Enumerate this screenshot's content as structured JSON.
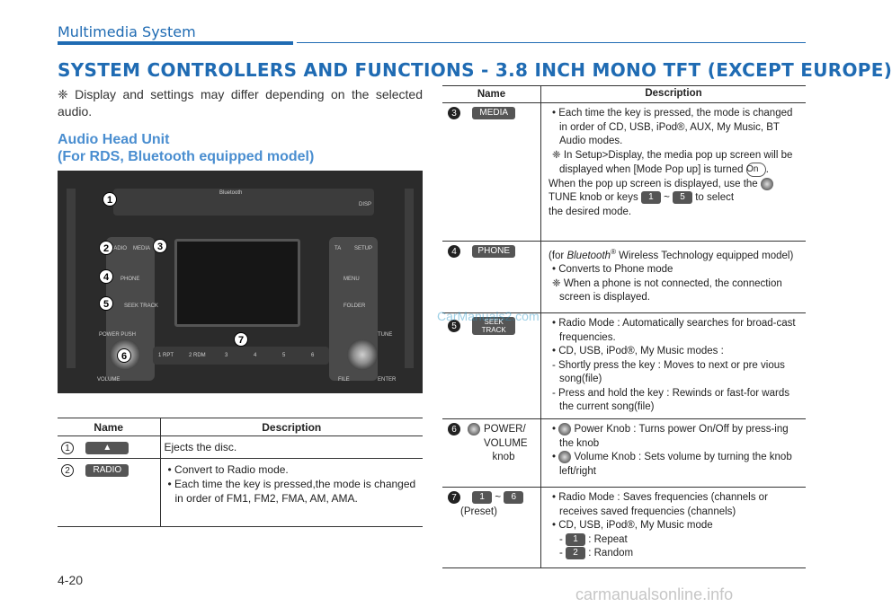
{
  "header": {
    "section": "Multimedia System",
    "title": "SYSTEM CONTROLLERS AND FUNCTIONS - 3.8 INCH MONO TFT (EXCEPT EUROPE)"
  },
  "note": "❈ Display and settings may differ depending on the selected audio.",
  "subheading": {
    "line1": "Audio Head Unit",
    "line2": "(For RDS, Bluetooth equipped model)"
  },
  "photo_labels": {
    "radio": "RADIO",
    "media": "MEDIA",
    "phone": "PHONE",
    "seek": "SEEK TRACK",
    "ta": "TA",
    "setup": "SETUP",
    "menu": "MENU",
    "folder": "FOLDER",
    "power": "POWER PUSH",
    "volume": "VOLUME",
    "tune": "TUNE",
    "file": "FILE",
    "enter": "ENTER",
    "disp": "DISP",
    "bluetooth": "Bluetooth",
    "presets": [
      "1 RPT",
      "2 RDM",
      "3",
      "4",
      "5",
      "6"
    ]
  },
  "callouts": [
    "1",
    "2",
    "3",
    "4",
    "5",
    "6",
    "7"
  ],
  "left_table": {
    "col_name": "Name",
    "col_desc": "Description",
    "rows": [
      {
        "num": "1",
        "key": "▲",
        "desc": "Ejects the disc."
      },
      {
        "num": "2",
        "key": "RADIO",
        "b1": "• Convert to Radio mode.",
        "b2": "• Each time the key is pressed,the mode is changed in order of FM1, FM2, FMA, AM, AMA."
      }
    ]
  },
  "right_table": {
    "col_name": "Name",
    "col_desc": "Description",
    "media": {
      "num": "3",
      "key": "MEDIA",
      "l1": "• Each time the key is pressed, the mode is changed in order of CD, USB, iPod®, AUX, My Music, BT Audio modes.",
      "l2a": "❈ In Setup>Display, the media pop up screen will be displayed when [Mode Pop up] is turned",
      "on_key": "On",
      "l3a": "When the pop up screen is displayed, use the",
      "l3b": "TUNE knob or keys",
      "k1": "1",
      "tilde": "~",
      "k5": "5",
      "l3c": "to select",
      "l3d": "the desired mode."
    },
    "phone": {
      "num": "4",
      "key": "PHONE",
      "l1a": "(for",
      "bt": "Bluetooth",
      "l1b": "Wireless Technology equipped model)",
      "l2": "• Converts to Phone mode",
      "l3": "❈ When a phone is not connected, the connection screen is displayed."
    },
    "seek": {
      "num": "5",
      "key_top": "SEEK",
      "key_bottom": "TRACK",
      "l1": "• Radio Mode : Automatically searches for broad-cast frequencies.",
      "l2": "• CD, USB, iPod®, My Music modes :",
      "l3": "- Shortly press the key : Moves to next or pre vious song(file)",
      "l4": "- Press and hold the key : Rewinds or fast-for wards the current song(file)"
    },
    "power": {
      "num": "6",
      "name": "POWER/ VOLUME knob",
      "l1": "Power Knob : Turns power On/Off by press-ing the knob",
      "l2": "Volume Knob : Sets volume by turning the knob left/right"
    },
    "preset": {
      "num": "7",
      "k1": "1",
      "tilde": "~",
      "k6": "6",
      "label": "(Preset)",
      "l1": "• Radio Mode : Saves frequencies (channels or receives saved frequencies (channels)",
      "l2": "• CD, USB, iPod®, My Music mode",
      "r1_key": "1",
      "r1": ": Repeat",
      "r2_key": "2",
      "r2": ": Random"
    }
  },
  "page_number": "4-20",
  "watermark": "CarManuals2.com",
  "site": "carmanualsonline.info"
}
